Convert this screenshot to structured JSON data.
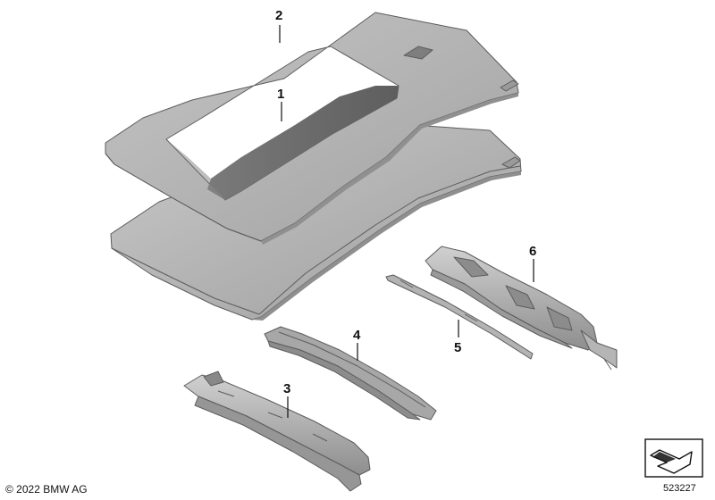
{
  "callouts": [
    {
      "id": "2",
      "label": "2"
    },
    {
      "id": "1",
      "label": "1"
    },
    {
      "id": "6",
      "label": "6"
    },
    {
      "id": "4",
      "label": "4"
    },
    {
      "id": "5",
      "label": "5"
    },
    {
      "id": "3",
      "label": "3"
    }
  ],
  "parts": [
    {
      "callout": "1",
      "icon": "roof-panel-icon"
    },
    {
      "callout": "2",
      "icon": "sunroof-frame-icon"
    },
    {
      "callout": "3",
      "icon": "front-roof-bow-icon"
    },
    {
      "callout": "4",
      "icon": "roof-bow-icon"
    },
    {
      "callout": "5",
      "icon": "reinforcement-strip-icon"
    },
    {
      "callout": "6",
      "icon": "rear-roof-frame-icon"
    }
  ],
  "footer": {
    "copyright": "© 2022 BMW AG",
    "diagram_number": "523227",
    "nav_icon": "arrow-nav-icon"
  },
  "colors": {
    "panel_light": "#bdbdbd",
    "panel_mid": "#a9a9a9",
    "panel_dark": "#6f6f6f",
    "edge": "#5c5c5c",
    "ink": "#111111"
  }
}
